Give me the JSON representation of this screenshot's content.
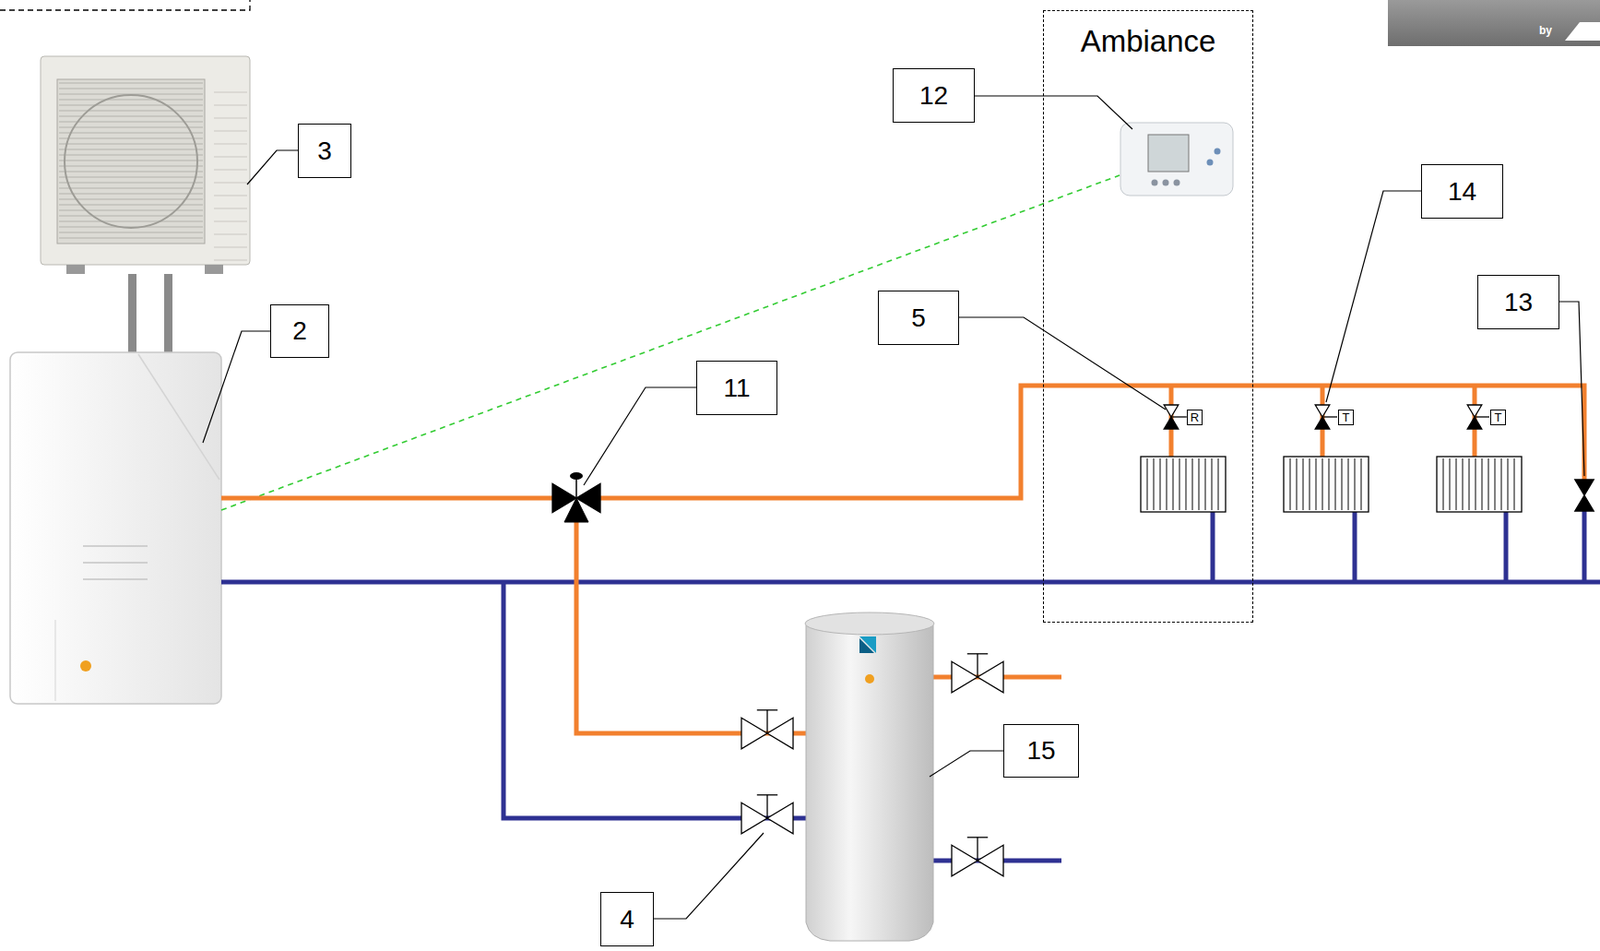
{
  "diagram": {
    "nodes": [
      {
        "text": [
          "Ambiance"
        ]
      },
      {
        "text": [
          "12"
        ]
      },
      {
        "text": [
          "3"
        ]
      },
      {
        "text": [
          "14"
        ]
      },
      {
        "text": [
          "13"
        ]
      },
      {
        "text": [
          "5"
        ]
      },
      {
        "text": [
          "2"
        ]
      },
      {
        "text": [
          "11"
        ]
      },
      {
        "text": [
          "15"
        ]
      },
      {
        "text": [
          "4"
        ]
      }
    ],
    "labels": [
      "R",
      "T",
      "T",
      "by"
    ]
  }
}
